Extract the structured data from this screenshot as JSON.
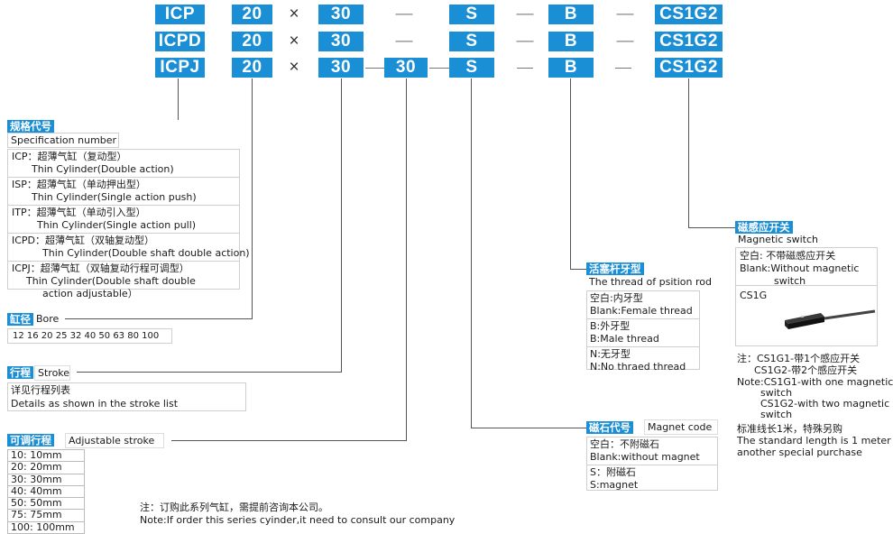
{
  "header_rows": [
    {
      "type": "ICP",
      "bore": "20",
      "times": "×",
      "stroke": "30",
      "adj": "",
      "dash": "—",
      "magnet": "S",
      "thread": "B",
      "switch": "CS1G2"
    },
    {
      "type": "ICPD",
      "bore": "20",
      "times": "×",
      "stroke": "30",
      "adj": "",
      "dash": "—",
      "magnet": "S",
      "thread": "B",
      "switch": "CS1G2"
    },
    {
      "type": "ICPJ",
      "bore": "20",
      "times": "×",
      "stroke": "30",
      "adj": "30",
      "dash": "—",
      "magnet": "S",
      "thread": "B",
      "switch": "CS1G2"
    }
  ],
  "spec": {
    "tag": "规格代号",
    "title": "Specification number",
    "items": [
      {
        "cn": "ICP：超薄气缸（复动型）",
        "en": "Thin Cylinder(Double action)"
      },
      {
        "cn": "ISP：超薄气缸（单动押出型）",
        "en": "Thin Cylinder(Single action push)"
      },
      {
        "cn": "ITP：超薄气缸（单动引入型）",
        "en": "Thin Cylinder(Single action pull)"
      },
      {
        "cn": "ICPD：超薄气缸（双轴复动型）",
        "en": "Thin Cylinder(Double shaft double action)"
      },
      {
        "cn": "ICPJ：超薄气缸（双轴复动行程可调型）",
        "en": "Thin  Cylinder(Double shaft double",
        "en2": "action adjustable）"
      }
    ]
  },
  "bore": {
    "tag": "缸径",
    "title": "Bore",
    "values": "12  16 20  25  32  40  50  63  80  100"
  },
  "stroke": {
    "tag": "行程",
    "title": "Stroke",
    "cn": "详见行程列表",
    "en": "Details as shown in the stroke list"
  },
  "adjustable": {
    "tag": "可调行程",
    "title": "Adjustable stroke",
    "items": [
      "10:  10mm",
      "20:  20mm",
      "30:  30mm",
      "40:  40mm",
      "50:  50mm",
      "75:  75mm",
      "100:  100mm"
    ]
  },
  "footer_note": {
    "cn": "注：订购此系列气缸，需提前咨询本公司。",
    "en": "Note:If order this series cyinder,it need to consult our company"
  },
  "thread": {
    "tag": "活塞杆牙型",
    "title": "The thread of psition rod",
    "items": [
      {
        "a": "空白:内牙型",
        "b": "Blank:Female thread"
      },
      {
        "a": "B:外牙型",
        "b": "B:Male thread"
      },
      {
        "a": "N:无牙型",
        "b": "N:No thraed thread"
      }
    ]
  },
  "magnet": {
    "tag": "磁石代号",
    "title": "Magnet code",
    "items": [
      {
        "a": "空白：不附磁石",
        "b": "Blank:without magnet"
      },
      {
        "a": "S：附磁石",
        "b": "S:magnet"
      }
    ]
  },
  "switch": {
    "tag": "磁感应开关",
    "title": "Magnetic switch",
    "blank_cn": "空白: 不带磁感应开关",
    "blank_en": "Blank:Without magnetic",
    "blank_en2": "switch",
    "model": "CS1G",
    "notes": [
      "注：CS1G1-带1个感应开关",
      "CS1G2-带2个感应开关",
      "Note:CS1G1-with one magnetic",
      "switch",
      "CS1G2-with two magnetic",
      "switch"
    ],
    "extra": [
      "标准线长1米，特殊另购",
      "The standard length is 1 meter",
      "another special purchase"
    ]
  },
  "colors": {
    "accent": "#1b8fd6"
  }
}
